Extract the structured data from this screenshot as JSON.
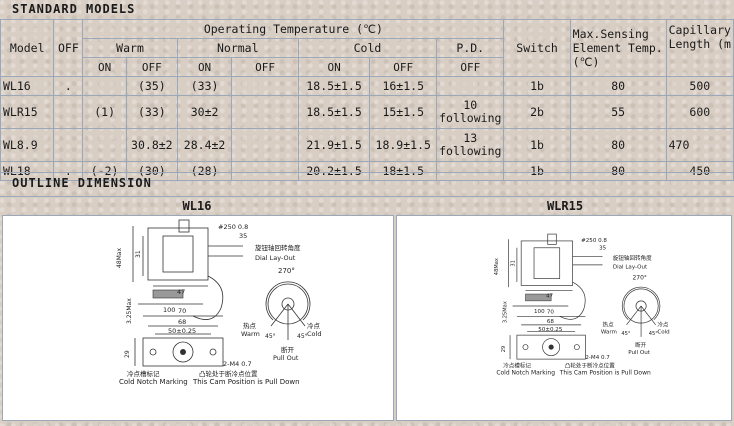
{
  "standard_models": {
    "title": "STANDARD  MODELS",
    "headers": {
      "model": "Model",
      "off": "OFF",
      "operating_temp": "Operating Temperature (℃)",
      "warm": "Warm",
      "normal": "Normal",
      "cold": "Cold",
      "pd": "P.D.",
      "on": "ON",
      "off_sub": "OFF",
      "switch": "Switch",
      "max_sensing_1": "Max.Sensing",
      "max_sensing_2": "Element Temp.",
      "max_sensing_3": "(℃)",
      "capillary_1": "Capillary",
      "capillary_2": "Length (m"
    },
    "rows": [
      {
        "model": "WL16",
        "off": ".",
        "warm_on": "",
        "warm_off": "(35)",
        "normal_on": "(33)",
        "normal_off": "",
        "cold_on": "18.5±1.5",
        "cold_off": "16±1.5",
        "pd_1": "",
        "pd_2": "",
        "switch": "1b",
        "max": "80",
        "cap": "500"
      },
      {
        "model": "WLR15",
        "off": "",
        "warm_on": "(1)",
        "warm_off": "(33)",
        "normal_on": "30±2",
        "normal_off": "",
        "cold_on": "18.5±1.5",
        "cold_off": "15±1.5",
        "pd_1": "10",
        "pd_2": "following",
        "switch": "2b",
        "max": "55",
        "cap": "600"
      },
      {
        "model": "WL8.9",
        "off": "",
        "warm_on": "",
        "warm_off": "30.8±2",
        "normal_on": "28.4±2",
        "normal_off": "",
        "cold_on": "21.9±1.5",
        "cold_off": "18.9±1.5",
        "pd_1": "13",
        "pd_2": "following",
        "switch": "1b",
        "max": "80",
        "cap": "470"
      },
      {
        "model": "WL18",
        "off": ".",
        "warm_on": "(-2)",
        "warm_off": "(30)",
        "normal_on": "(28)",
        "normal_off": "",
        "cold_on": "20.2±1.5",
        "cold_off": "18±1.5",
        "pd_1": "",
        "pd_2": "",
        "switch": "1b",
        "max": "80",
        "cap": "450"
      }
    ]
  },
  "outline": {
    "title": "OUTLINE  DIMENSION",
    "left_title": "WL16",
    "right_title": "WLR15",
    "drawing": {
      "dim_top": "#250",
      "dim_top2": "0.8",
      "dim_35": "35",
      "label_cn": "旋钮轴回转角度",
      "label_dial": "Dial Lay-Out",
      "angle": "270°",
      "dim_47": "47",
      "dim_max": "48Max",
      "dim_31": "31",
      "dim_100": "100",
      "dim_max2": "3.25Max",
      "dim_70": "70",
      "dim_68": "68",
      "dim_50": "50±0.25",
      "dim_29": "29",
      "dim_m4": "2-M4 0.7",
      "warm_cn": "热点",
      "warm": "Warm",
      "cold_cn": "冷点",
      "cold": "Cold",
      "deg45a": "45°",
      "deg45b": "45°",
      "pull_cn": "断开",
      "pull": "Pull Out",
      "notch_cn": "冷点槽标记",
      "notch": "Cold Notch Marking",
      "cam_cn": "凸轮处于断冷点位置",
      "cam": "This Cam Position is Pull Down"
    }
  }
}
